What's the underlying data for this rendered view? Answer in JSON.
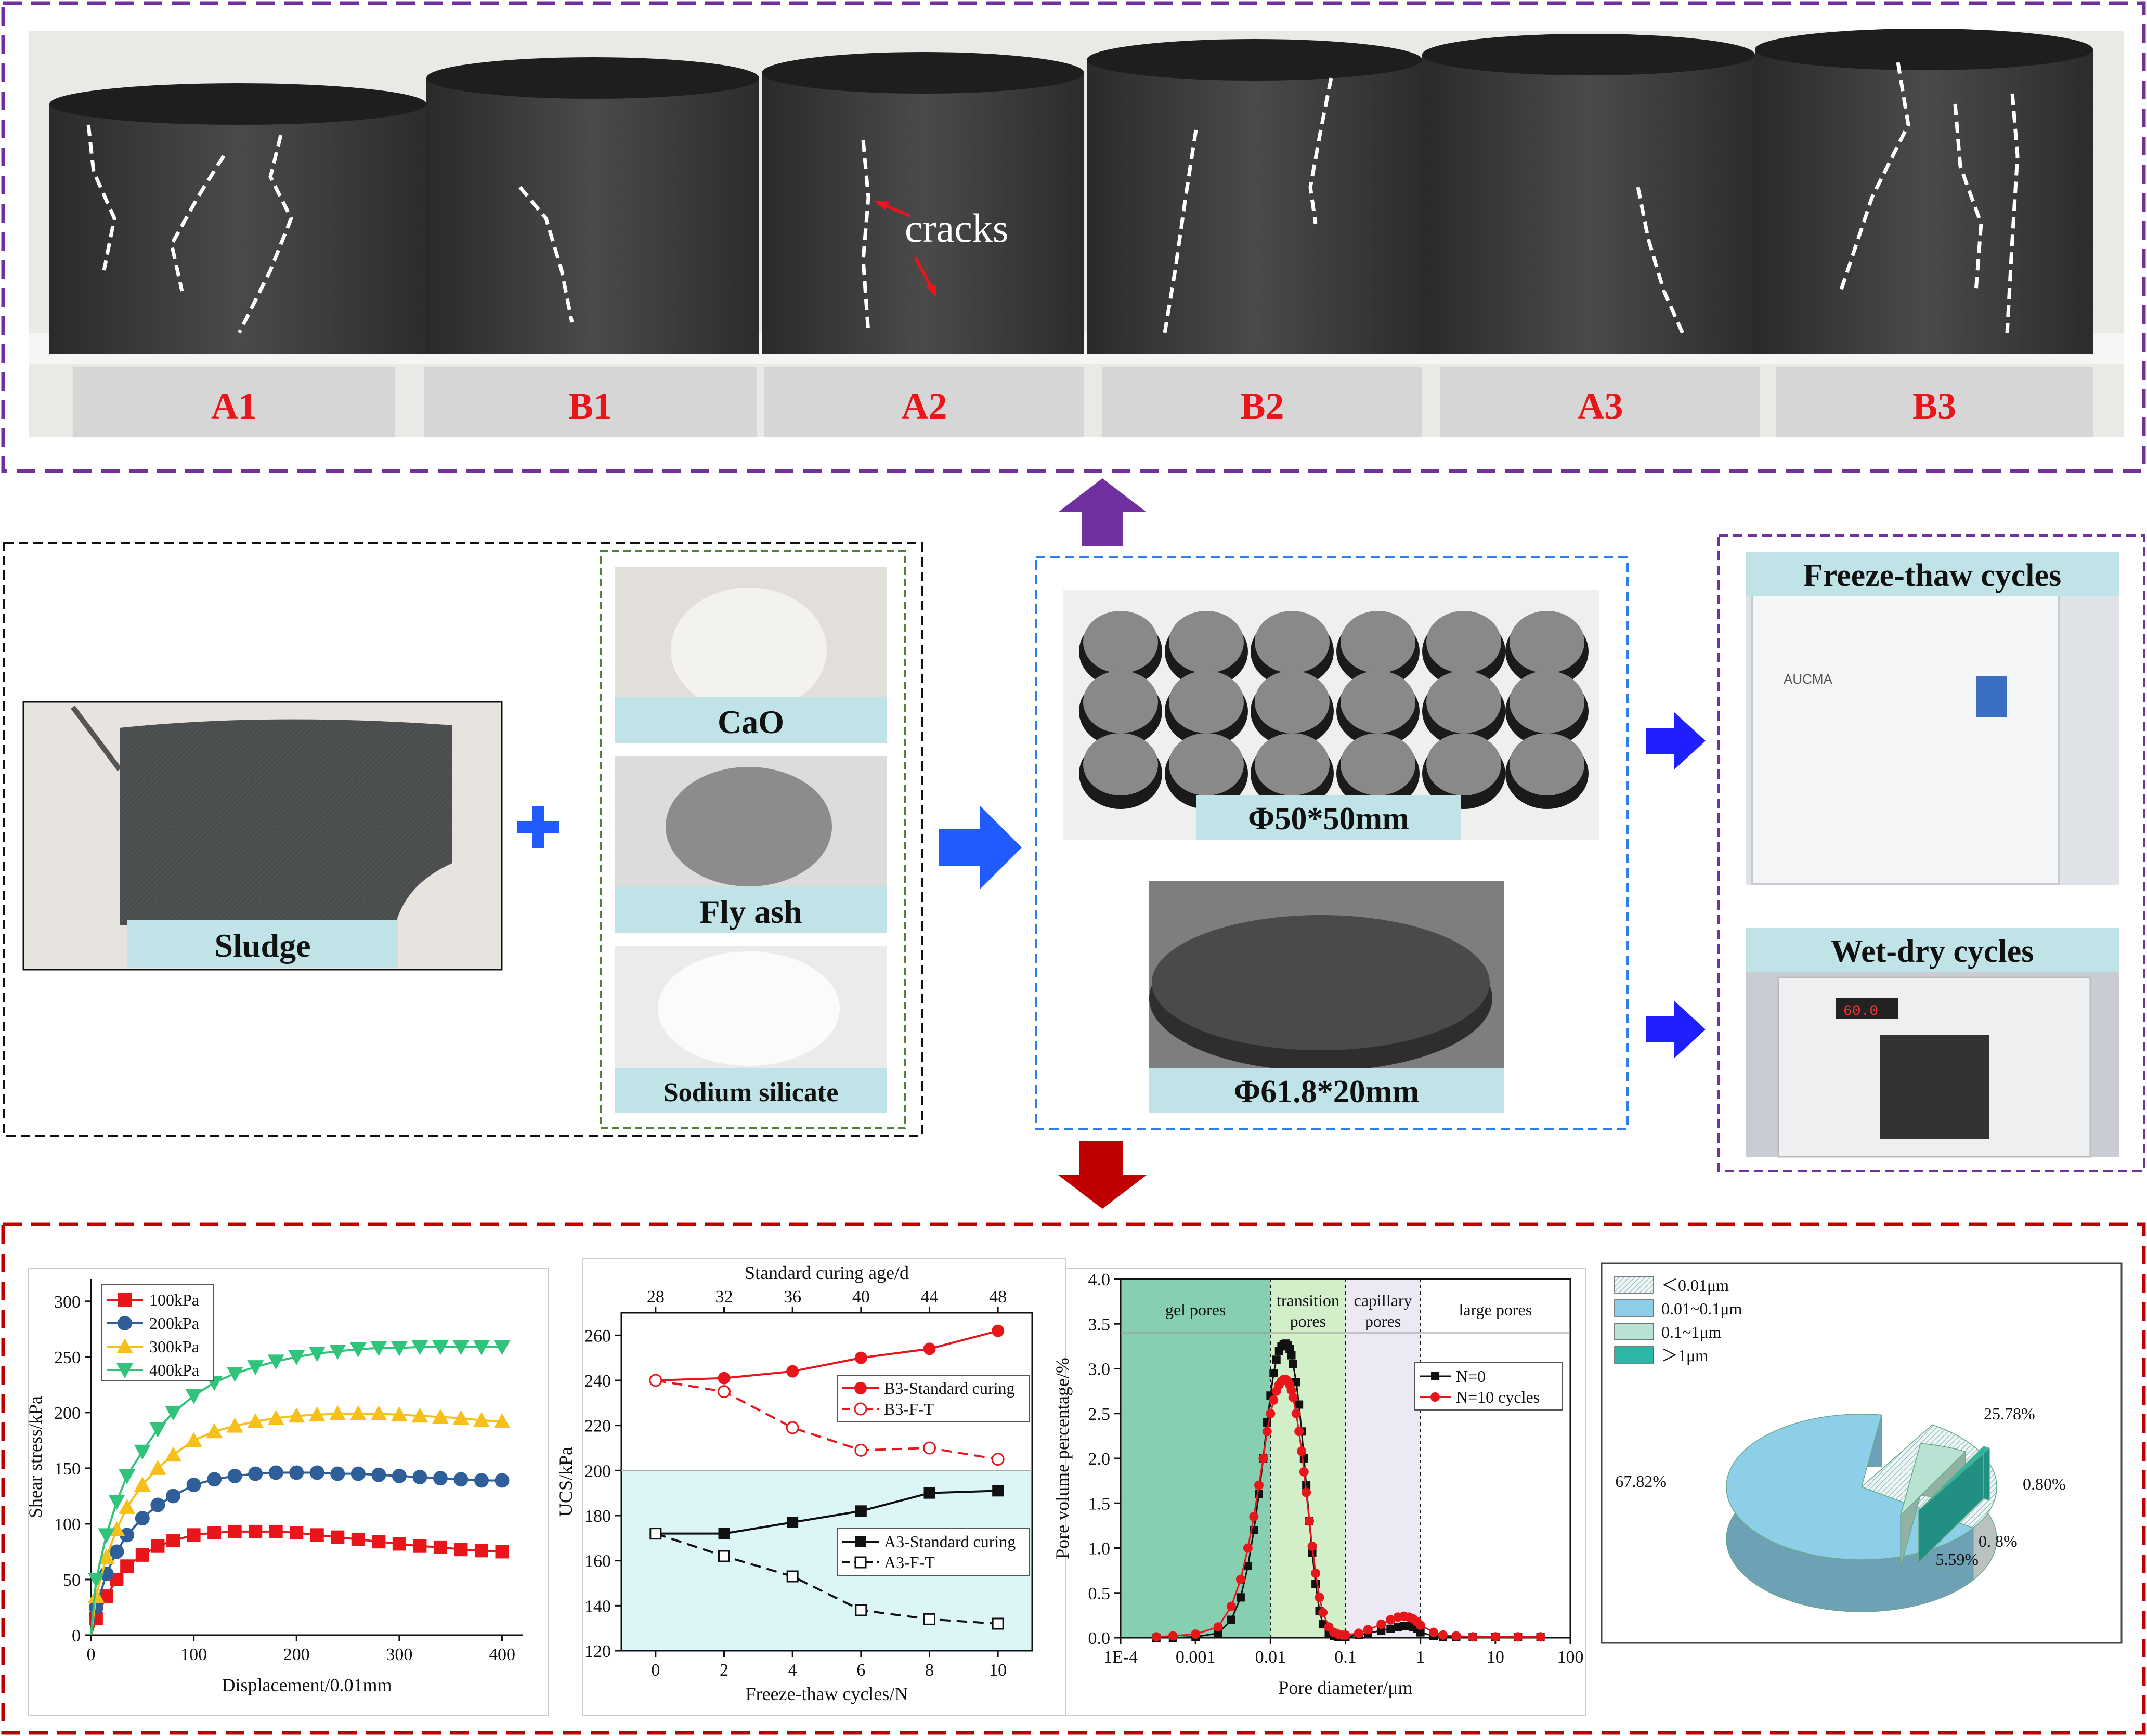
{
  "top_panel": {
    "specimen_labels": [
      "A1",
      "B1",
      "A2",
      "B2",
      "A3",
      "B3"
    ],
    "annotation": "cracks"
  },
  "materials": {
    "sludge_label": "Sludge",
    "additives": [
      "CaO",
      "Fly ash",
      "Sodium silicate"
    ]
  },
  "specimens": {
    "cylinder_label": "Φ50*50mm",
    "disc_label": "Φ61.8*20mm"
  },
  "conditions": {
    "freeze_thaw": "Freeze-thaw cycles",
    "wet_dry": "Wet-dry cycles",
    "freezer_brand": "AUCMA",
    "oven_display": "60.0"
  },
  "colors": {
    "purple_border": "#7030a0",
    "red_border": "#c00000",
    "blue_border": "#2f7fe8",
    "green_border": "#548235",
    "arrow_blue": "#1f5bff",
    "arrow_purple": "#7030a0",
    "arrow_red": "#c00000",
    "label_bar": "#bfe3e6"
  },
  "chart_data": [
    {
      "type": "line",
      "xlabel": "Displacement/0.01mm",
      "ylabel": "Shear stress/kPa",
      "xlim": [
        0,
        420
      ],
      "ylim": [
        0,
        320
      ],
      "xticks": [
        0,
        100,
        200,
        300,
        400
      ],
      "yticks": [
        0,
        50,
        100,
        150,
        200,
        250,
        300
      ],
      "legend_position": "top-left",
      "series": [
        {
          "name": "100kPa",
          "color": "#e8161b",
          "marker": "square",
          "x": [
            5,
            15,
            25,
            35,
            50,
            65,
            80,
            100,
            120,
            140,
            160,
            180,
            200,
            220,
            240,
            260,
            280,
            300,
            320,
            340,
            360,
            380,
            400
          ],
          "y": [
            15,
            35,
            50,
            62,
            72,
            80,
            85,
            90,
            92,
            93,
            93,
            93,
            92,
            90,
            88,
            86,
            84,
            82,
            80,
            79,
            77,
            76,
            75
          ]
        },
        {
          "name": "200kPa",
          "color": "#2e5f99",
          "marker": "circle",
          "x": [
            5,
            15,
            25,
            35,
            50,
            65,
            80,
            100,
            120,
            140,
            160,
            180,
            200,
            220,
            240,
            260,
            280,
            300,
            320,
            340,
            360,
            380,
            400
          ],
          "y": [
            25,
            55,
            75,
            90,
            105,
            117,
            125,
            135,
            140,
            143,
            145,
            146,
            146,
            146,
            145,
            145,
            144,
            143,
            142,
            141,
            140,
            139,
            139
          ]
        },
        {
          "name": "300kPa",
          "color": "#f7bf1a",
          "marker": "triangle-up",
          "x": [
            5,
            15,
            25,
            35,
            50,
            65,
            80,
            100,
            120,
            140,
            160,
            180,
            200,
            220,
            240,
            260,
            280,
            300,
            320,
            340,
            360,
            380,
            400
          ],
          "y": [
            35,
            70,
            95,
            115,
            135,
            150,
            162,
            175,
            183,
            188,
            192,
            195,
            197,
            198,
            199,
            199,
            199,
            198,
            197,
            196,
            195,
            193,
            192
          ]
        },
        {
          "name": "400kPa",
          "color": "#2fc47a",
          "marker": "triangle-down",
          "x": [
            5,
            15,
            25,
            35,
            50,
            65,
            80,
            100,
            120,
            140,
            160,
            180,
            200,
            220,
            240,
            260,
            280,
            300,
            320,
            340,
            360,
            380,
            400
          ],
          "y": [
            50,
            90,
            120,
            143,
            165,
            185,
            200,
            215,
            227,
            235,
            241,
            246,
            250,
            253,
            255,
            257,
            258,
            258,
            259,
            259,
            259,
            259,
            259
          ]
        }
      ]
    },
    {
      "type": "line",
      "xlabel": "Freeze-thaw cycles/N",
      "xlabel_top": "Standard curing age/d",
      "ylabel": "UCS/kPa",
      "xlim": [
        -1,
        11
      ],
      "ylim": [
        120,
        270
      ],
      "xticks": [
        0,
        2,
        4,
        6,
        8,
        10
      ],
      "xticks_top": [
        28,
        32,
        36,
        40,
        44,
        48
      ],
      "yticks": [
        120,
        140,
        160,
        180,
        200,
        220,
        240,
        260
      ],
      "shaded_below": 200,
      "legend_upper": [
        "B3-Standard curing",
        "B3-F-T"
      ],
      "legend_lower": [
        "A3-Standard curing",
        "A3-F-T"
      ],
      "series": [
        {
          "name": "B3-Standard curing",
          "color": "#e8161b",
          "style": "solid",
          "marker": "filled-circle",
          "x": [
            0,
            2,
            4,
            6,
            8,
            10
          ],
          "y": [
            240,
            241,
            244,
            250,
            254,
            262
          ]
        },
        {
          "name": "B3-F-T",
          "color": "#e8161b",
          "style": "dashed",
          "marker": "open-circle",
          "x": [
            0,
            2,
            4,
            6,
            8,
            10
          ],
          "y": [
            240,
            235,
            219,
            209,
            210,
            205
          ]
        },
        {
          "name": "A3-Standard curing",
          "color": "#111111",
          "style": "solid",
          "marker": "filled-square",
          "x": [
            0,
            2,
            4,
            6,
            8,
            10
          ],
          "y": [
            172,
            172,
            177,
            182,
            190,
            191
          ]
        },
        {
          "name": "A3-F-T",
          "color": "#111111",
          "style": "dashed",
          "marker": "open-square",
          "x": [
            0,
            2,
            4,
            6,
            8,
            10
          ],
          "y": [
            172,
            162,
            153,
            138,
            134,
            132
          ]
        }
      ]
    },
    {
      "type": "scatter",
      "xlabel": "Pore diameter/μm",
      "ylabel": "Pore volume percentage/%",
      "xscale": "log",
      "xlim": [
        0.0001,
        100
      ],
      "ylim": [
        0,
        4.0
      ],
      "xticks": [
        "1E-4",
        "0.001",
        "0.01",
        "0.1",
        "1",
        "10",
        "100"
      ],
      "yticks": [
        "0.0",
        "0.5",
        "1.0",
        "1.5",
        "2.0",
        "2.5",
        "3.0",
        "3.5",
        "4.0"
      ],
      "regions": [
        "gel pores",
        "transition pores",
        "capillary pores",
        "large pores"
      ],
      "region_bounds": [
        0.0001,
        0.01,
        0.1,
        1,
        100
      ],
      "series": [
        {
          "name": "N=0",
          "color": "#111111",
          "marker": "square",
          "x": [
            0.0003,
            0.0005,
            0.001,
            0.002,
            0.003,
            0.004,
            0.005,
            0.006,
            0.007,
            0.008,
            0.009,
            0.01,
            0.011,
            0.012,
            0.013,
            0.014,
            0.015,
            0.016,
            0.017,
            0.018,
            0.019,
            0.02,
            0.022,
            0.024,
            0.026,
            0.028,
            0.03,
            0.033,
            0.036,
            0.04,
            0.045,
            0.05,
            0.06,
            0.07,
            0.08,
            0.09,
            0.1,
            0.15,
            0.2,
            0.3,
            0.4,
            0.5,
            0.6,
            0.7,
            0.8,
            0.9,
            1.0,
            1.5,
            2,
            3,
            5,
            10,
            20,
            40
          ],
          "y": [
            0,
            0,
            0.01,
            0.05,
            0.2,
            0.45,
            0.8,
            1.2,
            1.6,
            2.0,
            2.4,
            2.7,
            2.95,
            3.1,
            3.2,
            3.25,
            3.27,
            3.28,
            3.26,
            3.22,
            3.15,
            3.05,
            2.85,
            2.6,
            2.3,
            2.0,
            1.7,
            1.3,
            0.95,
            0.6,
            0.3,
            0.15,
            0.05,
            0.02,
            0.01,
            0.01,
            0.01,
            0.03,
            0.05,
            0.08,
            0.1,
            0.12,
            0.13,
            0.13,
            0.12,
            0.1,
            0.06,
            0.02,
            0.01,
            0.01,
            0.01,
            0.01,
            0.01,
            0.01
          ]
        },
        {
          "name": "N=10 cycles",
          "color": "#e8161b",
          "marker": "circle",
          "x": [
            0.0003,
            0.0005,
            0.001,
            0.002,
            0.003,
            0.004,
            0.005,
            0.006,
            0.007,
            0.008,
            0.009,
            0.01,
            0.011,
            0.012,
            0.013,
            0.014,
            0.015,
            0.016,
            0.017,
            0.018,
            0.019,
            0.02,
            0.022,
            0.024,
            0.026,
            0.028,
            0.03,
            0.033,
            0.036,
            0.04,
            0.045,
            0.05,
            0.06,
            0.07,
            0.08,
            0.09,
            0.1,
            0.15,
            0.2,
            0.3,
            0.4,
            0.5,
            0.6,
            0.7,
            0.8,
            0.9,
            1.0,
            1.5,
            2,
            3,
            5,
            10,
            20,
            40
          ],
          "y": [
            0.01,
            0.02,
            0.04,
            0.12,
            0.35,
            0.65,
            1.0,
            1.35,
            1.7,
            2.0,
            2.3,
            2.5,
            2.65,
            2.75,
            2.82,
            2.86,
            2.88,
            2.88,
            2.86,
            2.82,
            2.76,
            2.68,
            2.5,
            2.3,
            2.08,
            1.85,
            1.62,
            1.3,
            1.02,
            0.72,
            0.45,
            0.28,
            0.12,
            0.06,
            0.04,
            0.03,
            0.03,
            0.05,
            0.09,
            0.15,
            0.2,
            0.23,
            0.24,
            0.23,
            0.21,
            0.18,
            0.14,
            0.06,
            0.03,
            0.02,
            0.01,
            0.01,
            0.01,
            0.01
          ]
        }
      ]
    },
    {
      "type": "pie",
      "categories": [
        "<0.01μm",
        "0.01~0.1μm",
        "0.1~1μm",
        ">1μm"
      ],
      "legend_labels": [
        "＜0.01μm",
        "0.01~0.1μm",
        "0.1~1μm",
        "＞1μm"
      ],
      "values": [
        25.78,
        67.82,
        5.59,
        0.8
      ],
      "value_labels": [
        "25.78%",
        "67.82%",
        "5.59%",
        "0.80%"
      ],
      "extra_label": "0. 8%",
      "colors": [
        "#eef7f8",
        "#8dcfe9",
        "#b8e3d2",
        "#2ab7a6"
      ],
      "legend_position": "top-left"
    }
  ]
}
